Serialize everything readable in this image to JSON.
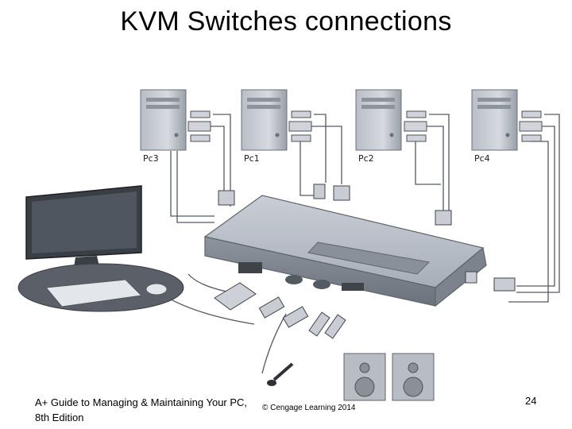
{
  "slide": {
    "title": "KVM Switches connections",
    "footer_left": "A+ Guide to Managing & Maintaining Your PC, 8th Edition",
    "footer_center": "© Cengage Learning  2014",
    "page_number": "24"
  },
  "diagram": {
    "pc_labels": [
      "Pc3",
      "Pc1",
      "Pc2",
      "Pc4"
    ]
  }
}
